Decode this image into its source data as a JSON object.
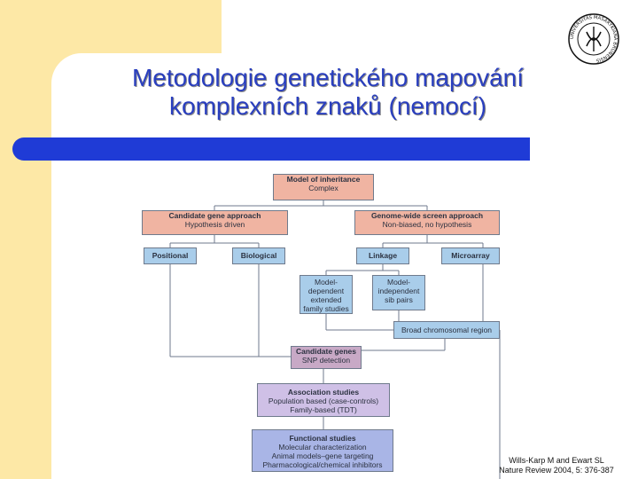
{
  "title": {
    "line1": "Metodologie genetického mapování",
    "line2": "komplexních znaků (nemocí)"
  },
  "seal": {
    "icon": "university-seal-icon",
    "text": "UNIVERSITAS MASARYKIANA BRUNENSIS"
  },
  "diagram": {
    "model": {
      "title": "Model of inheritance",
      "sub": "Complex"
    },
    "candidate_approach": {
      "title": "Candidate gene approach",
      "sub": "Hypothesis driven"
    },
    "genome_wide": {
      "title": "Genome-wide screen approach",
      "sub": "Non-biased, no hypothesis"
    },
    "positional": {
      "title": "Positional"
    },
    "biological": {
      "title": "Biological"
    },
    "linkage": {
      "title": "Linkage"
    },
    "microarray": {
      "title": "Microarray"
    },
    "model_dependent": {
      "sub": "Model-dependent extended family studies"
    },
    "model_independent": {
      "sub": "Model-independent sib pairs"
    },
    "broad_region": {
      "sub": "Broad chromosomal region"
    },
    "candidate_genes": {
      "title": "Candidate genes",
      "sub": "SNP detection"
    },
    "association": {
      "title": "Association studies",
      "sub1": "Population based (case-controls)",
      "sub2": "Family-based (TDT)"
    },
    "functional": {
      "title": "Functional studies",
      "sub1": "Molecular characterization",
      "sub2": "Animal models–gene targeting",
      "sub3": "Pharmacological/chemical inhibitors"
    }
  },
  "citation": {
    "line1": "Wills-Karp M and Ewart SL",
    "line2": "Nature Review 2004, 5: 376-387"
  },
  "colors": {
    "title": "#2a3fbf",
    "bar": "#1f3bd6",
    "left_band": "#fde8a6",
    "pink_box": "#f0b4a2",
    "blue_box": "#a9cdea"
  }
}
